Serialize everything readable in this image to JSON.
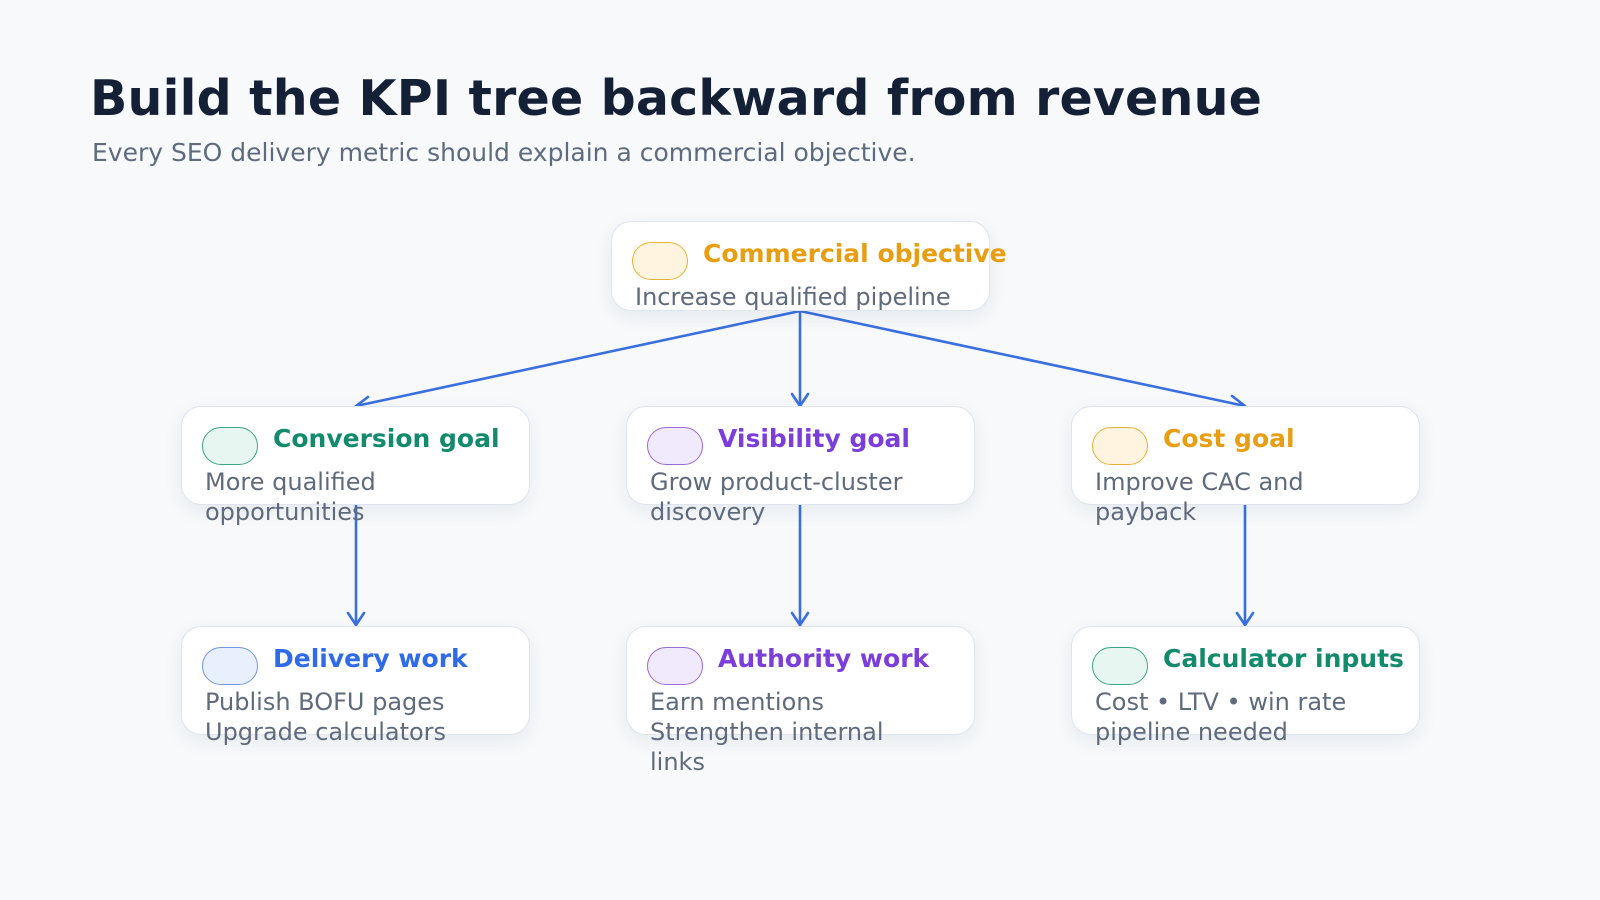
{
  "header": {
    "title": "Build the KPI tree backward from revenue",
    "subtitle": "Every SEO delivery metric should explain a commercial objective."
  },
  "colors": {
    "amber": "#e89e12",
    "amber_bg": "#fff4df",
    "green": "#128a6c",
    "green_bg": "#e8f6f1",
    "purple": "#7b3ddb",
    "purple_bg": "#f1eafd",
    "blue": "#2f6be8",
    "blue_bg": "#e8f0fd",
    "connector": "#3a6fe0"
  },
  "nodes": {
    "objective": {
      "title": "Commercial objective",
      "desc": "Increase qualified pipeline",
      "icon": "amber-pill-icon"
    },
    "conversion": {
      "title": "Conversion goal",
      "desc": "More qualified\nopportunities",
      "icon": "green-pill-icon"
    },
    "visibility": {
      "title": "Visibility goal",
      "desc": "Grow product-cluster\ndiscovery",
      "icon": "purple-pill-icon"
    },
    "cost": {
      "title": "Cost goal",
      "desc": "Improve CAC and\npayback",
      "icon": "amber-pill-icon"
    },
    "delivery": {
      "title": "Delivery work",
      "desc": "Publish BOFU pages\nUpgrade calculators",
      "icon": "blue-pill-icon"
    },
    "authority": {
      "title": "Authority work",
      "desc": "Earn mentions\nStrengthen internal\nlinks",
      "icon": "purple-pill-icon"
    },
    "calculator": {
      "title": "Calculator inputs",
      "desc": "Cost • LTV • win rate\npipeline needed",
      "icon": "green-pill-icon"
    }
  }
}
